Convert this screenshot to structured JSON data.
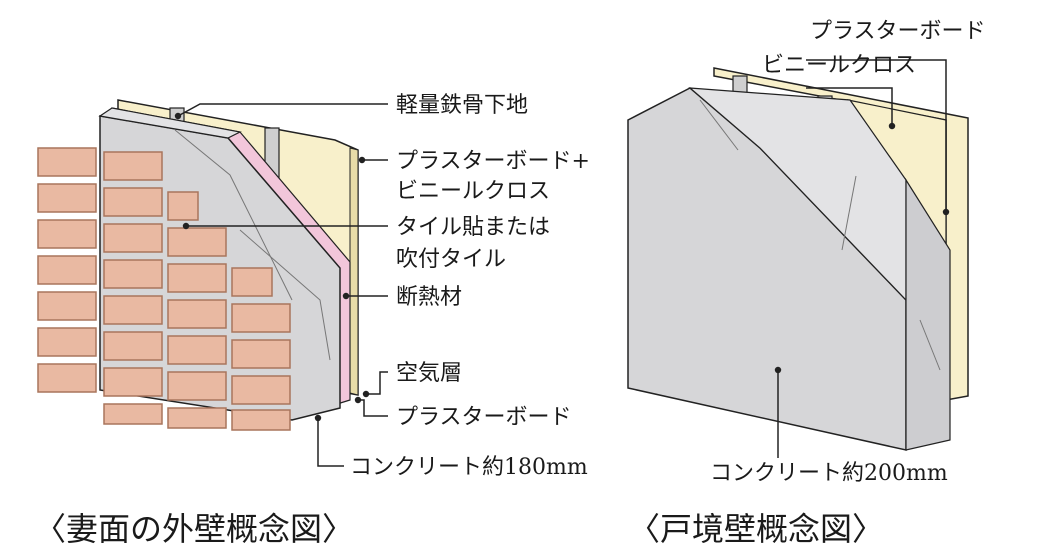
{
  "outer_wall": {
    "labels": {
      "steel_frame": "軽量鉄骨下地",
      "board_cloth_1": "プラスターボード+",
      "board_cloth_2": "ビニールクロス",
      "tile_1": "タイル貼または",
      "tile_2": "吹付タイル",
      "insulation": "断熱材",
      "air_layer": "空気層",
      "plaster_board": "プラスターボード",
      "concrete": "コンクリート約180mm"
    },
    "caption": "〈妻面の外壁概念図〉"
  },
  "party_wall": {
    "labels": {
      "plaster_board": "プラスターボード",
      "vinyl_cloth": "ビニールクロス",
      "concrete": "コンクリート約200mm"
    },
    "caption": "〈戸境壁概念図〉"
  },
  "colors": {
    "brick": "#e9b9a2",
    "brick_edge": "#a9755c",
    "concrete": "#d6d6d8",
    "concrete_light": "#e3e3e5",
    "insulation": "#f2c6da",
    "board": "#f8f0cb",
    "board_edge": "#c9b98a",
    "line": "#222222"
  }
}
